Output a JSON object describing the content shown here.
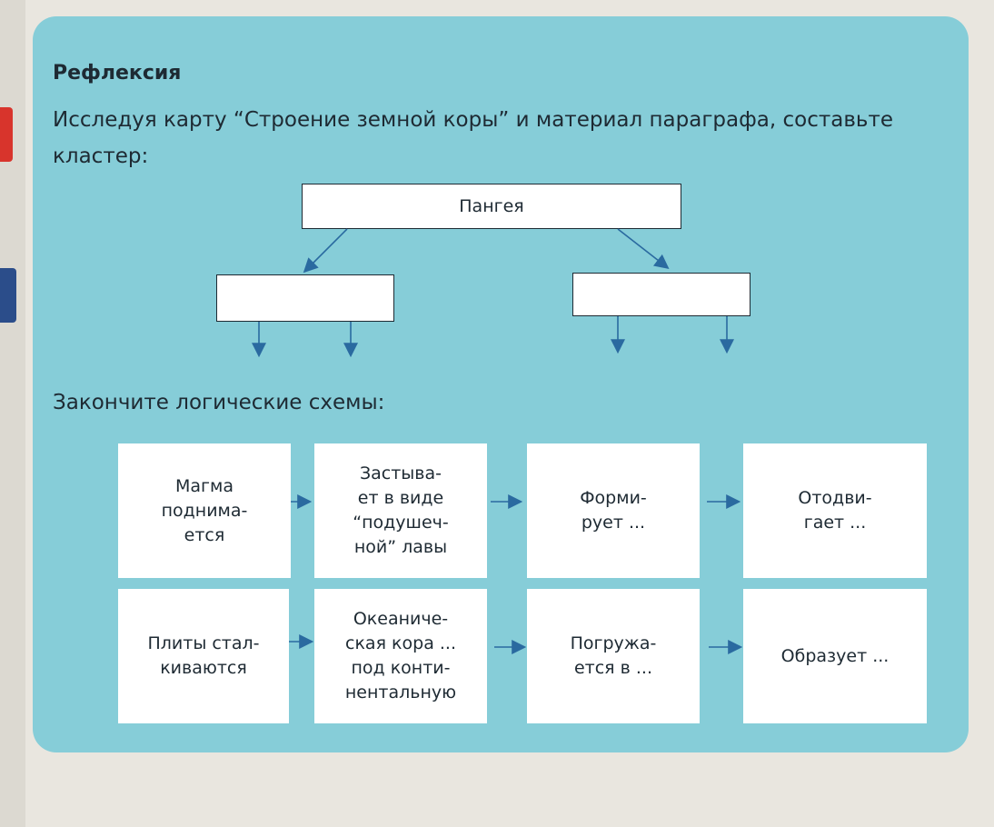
{
  "reflection": {
    "heading": "Рефлексия",
    "instruction": "Исследуя карту “Строение земной коры” и материал параграфа, составьте кластер:",
    "cluster": {
      "root": "Пангея",
      "children": [
        "",
        ""
      ]
    },
    "subheading": "Закончите логические схемы:",
    "chains": [
      {
        "steps": [
          "Магма\nподнима-\nется",
          "Застыва-\nет в виде\n“подушеч-\nной” лавы",
          "Форми-\nрует ...",
          "Отодви-\nгает ..."
        ]
      },
      {
        "steps": [
          "Плиты стал-\nкиваются",
          "Океаниче-\nская кора ...\nпод конти-\nнентальную",
          "Погружа-\nется в ...",
          "Образует ..."
        ]
      }
    ]
  },
  "colors": {
    "panel": "#86cdd8",
    "text": "#1e2a33",
    "arrow": "#2a6aa0",
    "accent_red": "#d8342c",
    "accent_blue": "#2b4d8a"
  }
}
